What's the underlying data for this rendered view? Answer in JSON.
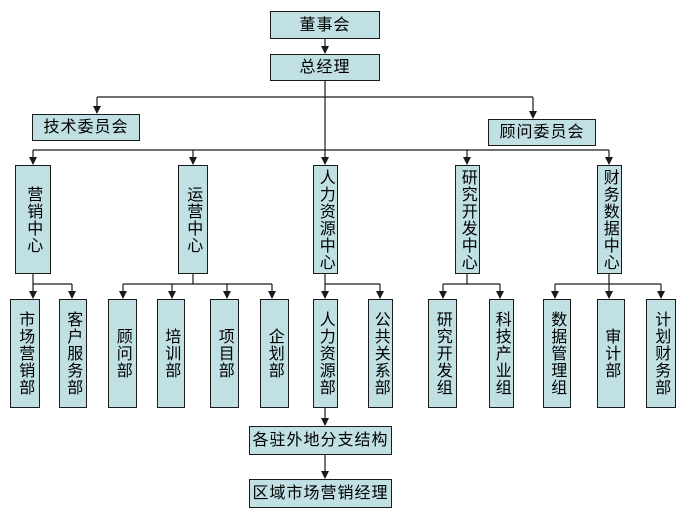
{
  "nodes": {
    "board": "董事会",
    "gm": "总经理",
    "tech": "技术委员会",
    "advisory": "顾问委员会",
    "marketing_center": "营销中心",
    "ops_center": "运营中心",
    "hr_center": "人力资源中心",
    "rd_center": "研究开发中心",
    "finance_center": "财务数据中心",
    "market_sales": "市场营销部",
    "customer_service": "客户服务部",
    "consulting": "顾问部",
    "training": "培训部",
    "project": "项目部",
    "planning": "企划部",
    "hr_dept": "人力资源部",
    "pr_dept": "公共关系部",
    "rd_group": "研究开发组",
    "tech_industry": "科技产业组",
    "data_mgmt": "数据管理组",
    "audit": "审计部",
    "plan_finance": "计划财务部",
    "branches": "各驻外地分支结构",
    "regional_manager": "区域市场营销经理"
  },
  "colors": {
    "box_fill": "#c0e0e4",
    "line": "#1a1a1a"
  }
}
